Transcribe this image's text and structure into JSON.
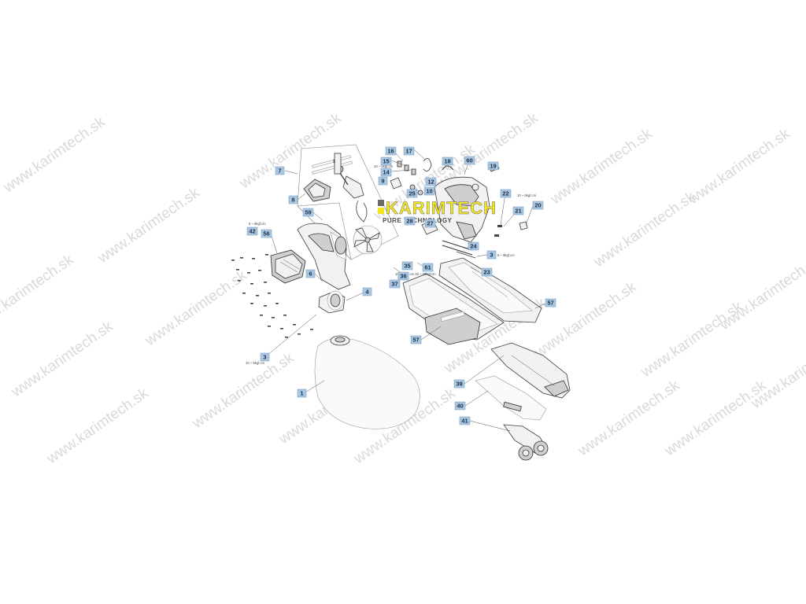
{
  "watermark_text": "www.karimtech.sk",
  "logo": {
    "name": "KARIMTECH",
    "tagline": "PURE TECHNOLOGY",
    "accent_color": "#f4e71f",
    "text_color": "#4a4a4a"
  },
  "callout_style": {
    "fill": "#a9c7e3",
    "text": "#1d2e44"
  },
  "callouts": [
    "1",
    "3",
    "3",
    "4",
    "6",
    "7",
    "8",
    "9",
    "10",
    "12",
    "14",
    "15",
    "16",
    "17",
    "18",
    "19",
    "20",
    "21",
    "22",
    "23",
    "24",
    "25",
    "27",
    "28",
    "35",
    "36",
    "37",
    "39",
    "40",
    "41",
    "42",
    "56",
    "57",
    "57",
    "59",
    "60",
    "61"
  ],
  "notes": {
    "note_a": "10 ~ 5kgf.cm",
    "note_b": "8 ~ 8kgf.cm",
    "note_c": "10 ~ 5kgf.cm",
    "note_d": "8 ~ 8kgf.cm",
    "note_e": "10 ~ 5kgf.cm  25 ~ 30kgf.cm",
    "note_f": "10 ~ 5kgf.cm"
  }
}
